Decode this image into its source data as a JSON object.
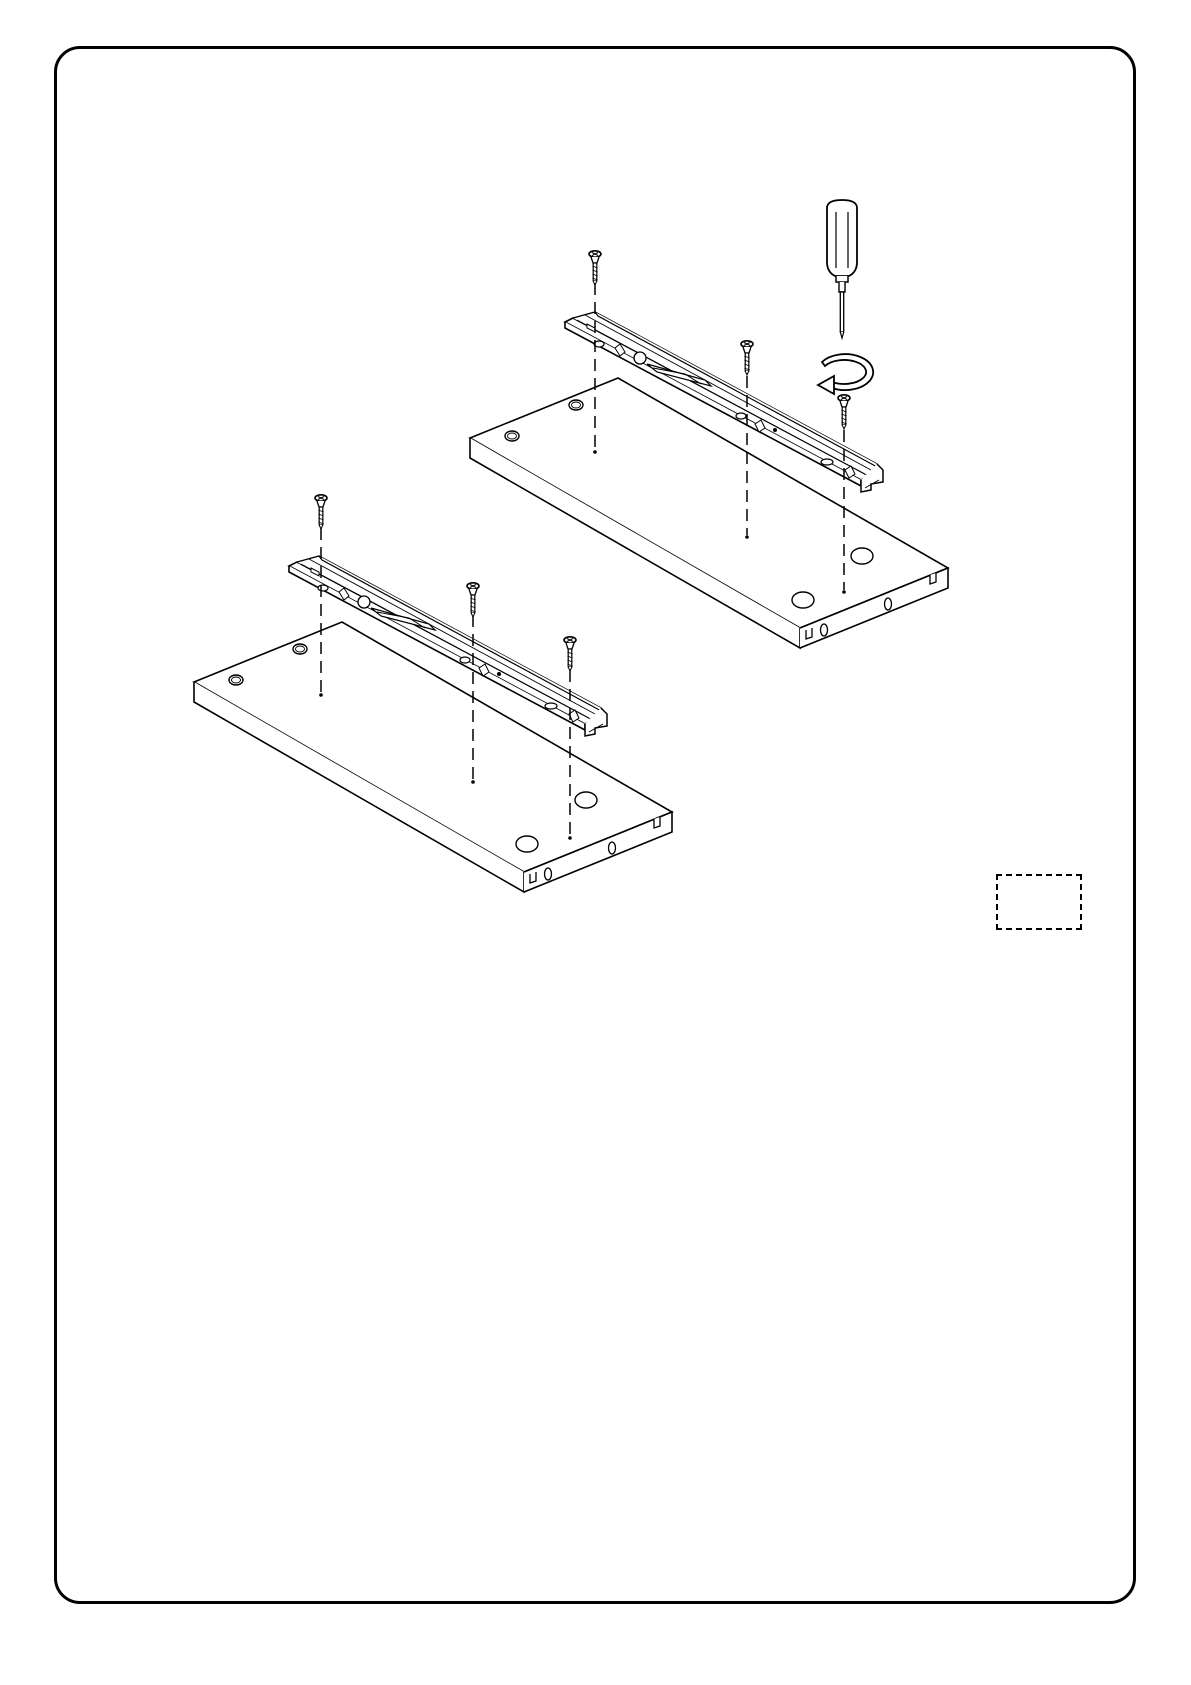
{
  "page": {
    "type": "assembly-instruction-step",
    "text_content": []
  },
  "parts": {
    "boards": [
      "drawer-bottom-board-upper",
      "drawer-bottom-board-lower"
    ],
    "rails": [
      "drawer-slide-rail-upper",
      "drawer-slide-rail-lower"
    ],
    "screws_per_rail": 3,
    "tools": [
      "screwdriver-icon",
      "clockwise-rotation-arrow-icon"
    ],
    "part_label_box": ""
  },
  "colors": {
    "line": "#000000",
    "fill": "#ffffff"
  }
}
